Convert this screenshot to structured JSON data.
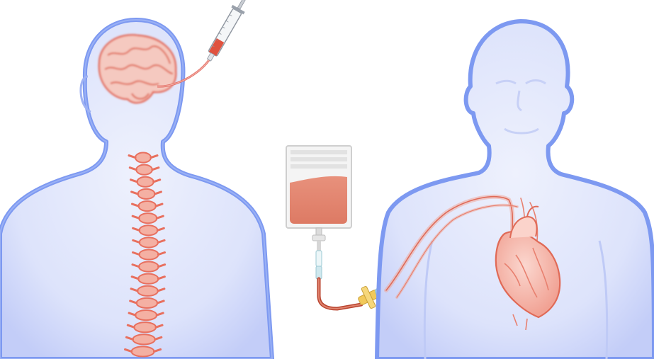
{
  "scene": {
    "colors": {
      "background": "#ffffff",
      "body_fill": "#dde3fb",
      "body_outline": "#6f8ff0",
      "tissue_red": "#e8705f",
      "fluid": "#e4826b",
      "bag_frame": "#d3d3d3",
      "clamp": "#f2c95a",
      "connector": "#b9dde8"
    },
    "figures": [
      {
        "name": "back-view-figure",
        "depicts": [
          "brain",
          "spinal-column"
        ],
        "icons": [
          "syringe-icon"
        ]
      },
      {
        "name": "front-view-figure",
        "depicts": [
          "heart",
          "central-venous-line"
        ],
        "icons": [
          "infusion-bag-icon"
        ]
      }
    ],
    "infusion_bag": {
      "fill_level": 0.62
    },
    "syringe": {
      "fill_level": 0.3
    }
  }
}
